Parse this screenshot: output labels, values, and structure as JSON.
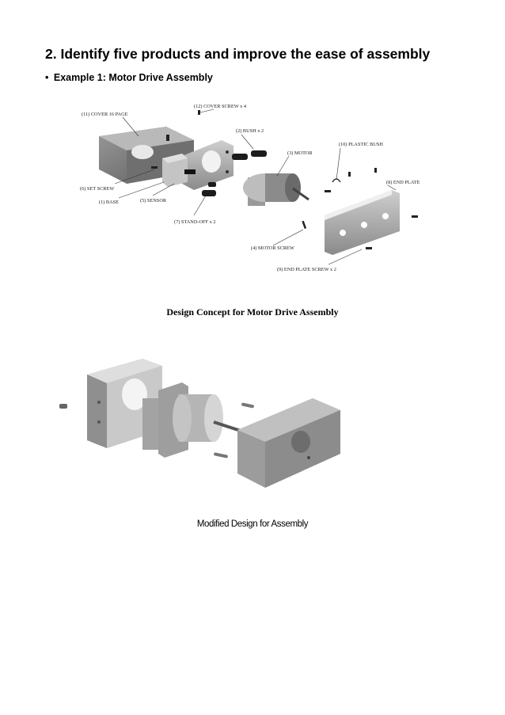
{
  "heading": "2. Identify five products and improve the ease of assembly",
  "example": {
    "bullet": "•",
    "text": "Example 1: Motor Drive Assembly"
  },
  "figure1": {
    "caption": "Design Concept for Motor Drive Assembly",
    "labels": {
      "cover": "(11) COVER 16 PAGE",
      "cover_screw": "(12) COVER SCREW x 4",
      "bush": "(2) BUSH x 2",
      "motor": "(3) MOTOR",
      "plastic_bush": "(10) PLASTIC BUSH",
      "end_plate": "(8) END PLATE",
      "set_screw": "(6) SET SCREW",
      "base": "(1) BASE",
      "sensor": "(5) SENSOR",
      "standoff": "(7) STAND-OFF x 2",
      "motor_screw": "(4) MOTOR SCREW",
      "end_plate_screw": "(9) END PLATE SCREW x 2"
    }
  },
  "figure2": {
    "caption": "Modified Design for Assembly"
  }
}
